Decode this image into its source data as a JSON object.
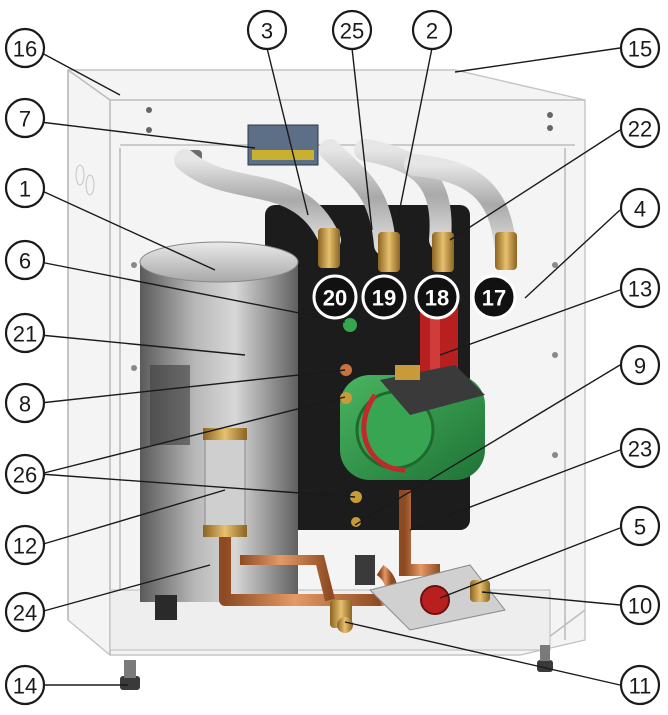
{
  "callouts": [
    {
      "id": "16",
      "label": "16"
    },
    {
      "id": "7",
      "label": "7"
    },
    {
      "id": "1",
      "label": "1"
    },
    {
      "id": "6",
      "label": "6"
    },
    {
      "id": "21",
      "label": "21"
    },
    {
      "id": "8",
      "label": "8"
    },
    {
      "id": "26",
      "label": "26"
    },
    {
      "id": "12",
      "label": "12"
    },
    {
      "id": "24",
      "label": "24"
    },
    {
      "id": "14",
      "label": "14"
    },
    {
      "id": "3",
      "label": "3"
    },
    {
      "id": "25",
      "label": "25"
    },
    {
      "id": "2",
      "label": "2"
    },
    {
      "id": "15",
      "label": "15"
    },
    {
      "id": "22",
      "label": "22"
    },
    {
      "id": "4",
      "label": "4"
    },
    {
      "id": "13",
      "label": "13"
    },
    {
      "id": "9",
      "label": "9"
    },
    {
      "id": "23",
      "label": "23"
    },
    {
      "id": "5",
      "label": "5"
    },
    {
      "id": "10",
      "label": "10"
    },
    {
      "id": "11",
      "label": "11"
    }
  ],
  "ports": [
    {
      "id": "20",
      "label": "20"
    },
    {
      "id": "19",
      "label": "19"
    },
    {
      "id": "18",
      "label": "18"
    },
    {
      "id": "17",
      "label": "17"
    }
  ],
  "colors": {
    "copper": "#c8733f",
    "copper_dark": "#8e4a22",
    "brass": "#c89a3a",
    "pump_green": "#2f9a4a",
    "pump_head": "#3a3a3a",
    "tank": "#8a8a8a",
    "back_panel": "#1c1c1c",
    "hose": "#c9c9c9",
    "red_part": "#b82020",
    "callout_stroke": "#1a1a1a"
  }
}
